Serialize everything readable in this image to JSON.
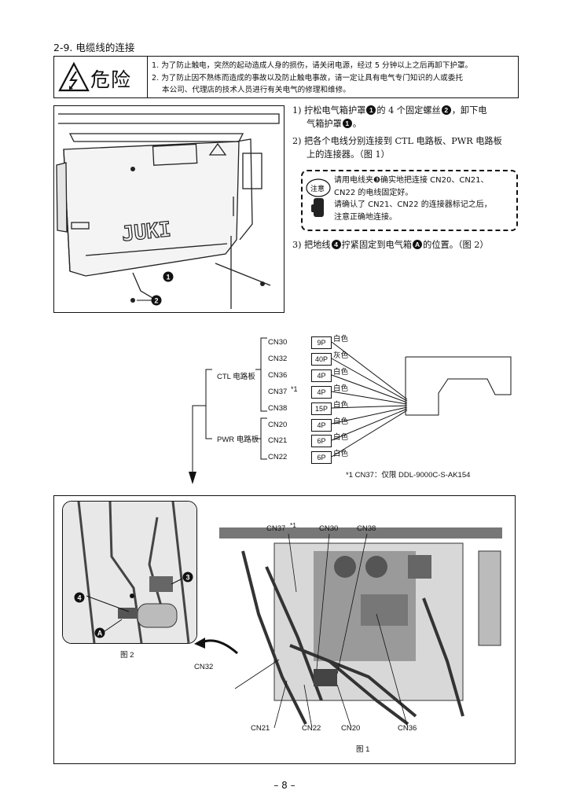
{
  "section": {
    "title": "2-9. 电缆线的连接"
  },
  "danger": {
    "word": "危险",
    "lines": [
      "1. 为了防止触电，突然的起动造成人身的损伤，请关闭电源，经过 5 分钟以上之后再卸下护罩。",
      "2. 为了防止因不熟练而造成的事故以及防止触电事故，请一定让具有电气专门知识的人或委托",
      "本公司、代理店的技术人员进行有关电气的修理和维修。"
    ]
  },
  "figure_top": {
    "brand_logo": "JUKI",
    "marker_1": "1",
    "marker_2": "2"
  },
  "steps": {
    "s1_a": "1)  拧松电气箱护罩",
    "s1_b": "的 4 个固定螺丝",
    "s1_c": "，卸下电",
    "s1_d": "气箱护罩",
    "s1_e": "。",
    "s2_a": "2)  把各个电线分别连接到 CTL 电路板、PWR 电路板",
    "s2_b": "上的连接器。（图 1）",
    "s3_a": "3)  把地线",
    "s3_b": "拧紧固定到电气箱",
    "s3_c": "的位置。（图 2）",
    "n1": "1",
    "n2": "2",
    "n3": "3",
    "n4": "4",
    "nA": "A"
  },
  "caution": {
    "icon_label": "注意",
    "lines": [
      "请用电线夹❸确实地把连接 CN20、CN21、",
      "CN22 的电线固定好。",
      "请确认了 CN21、CN22 的连接器标记之后，",
      "注意正确地连接。"
    ]
  },
  "wiring": {
    "ctl_board": "CTL 电路板",
    "pwr_board": "PWR 电路板",
    "connectors": [
      {
        "name": "CN30",
        "pins": "9P",
        "color": "白色"
      },
      {
        "name": "CN32",
        "pins": "40P",
        "color": "灰色"
      },
      {
        "name": "CN36",
        "pins": "4P",
        "color": "白色"
      },
      {
        "name": "CN37",
        "pins": "4P",
        "color": "白色"
      },
      {
        "name": "CN38",
        "pins": "15P",
        "color": "白色"
      },
      {
        "name": "CN20",
        "pins": "4P",
        "color": "白色"
      },
      {
        "name": "CN21",
        "pins": "6P",
        "color": "白色"
      },
      {
        "name": "CN22",
        "pins": "6P",
        "color": "白色"
      }
    ],
    "cn37_mark": "*1",
    "footnote": "*1   CN37：仅限 DDL-9000C-S-AK154"
  },
  "photo_labels": {
    "cn37": "CN37",
    "star": "*1",
    "cn30": "CN30",
    "cn38": "CN38",
    "cn32": "CN32",
    "cn21": "CN21",
    "cn22": "CN22",
    "cn20": "CN20",
    "cn36": "CN36",
    "fig1": "图 1",
    "fig2": "图 2",
    "m3": "3",
    "m4": "4",
    "mA": "A"
  },
  "page": {
    "number": "– 8 –"
  }
}
